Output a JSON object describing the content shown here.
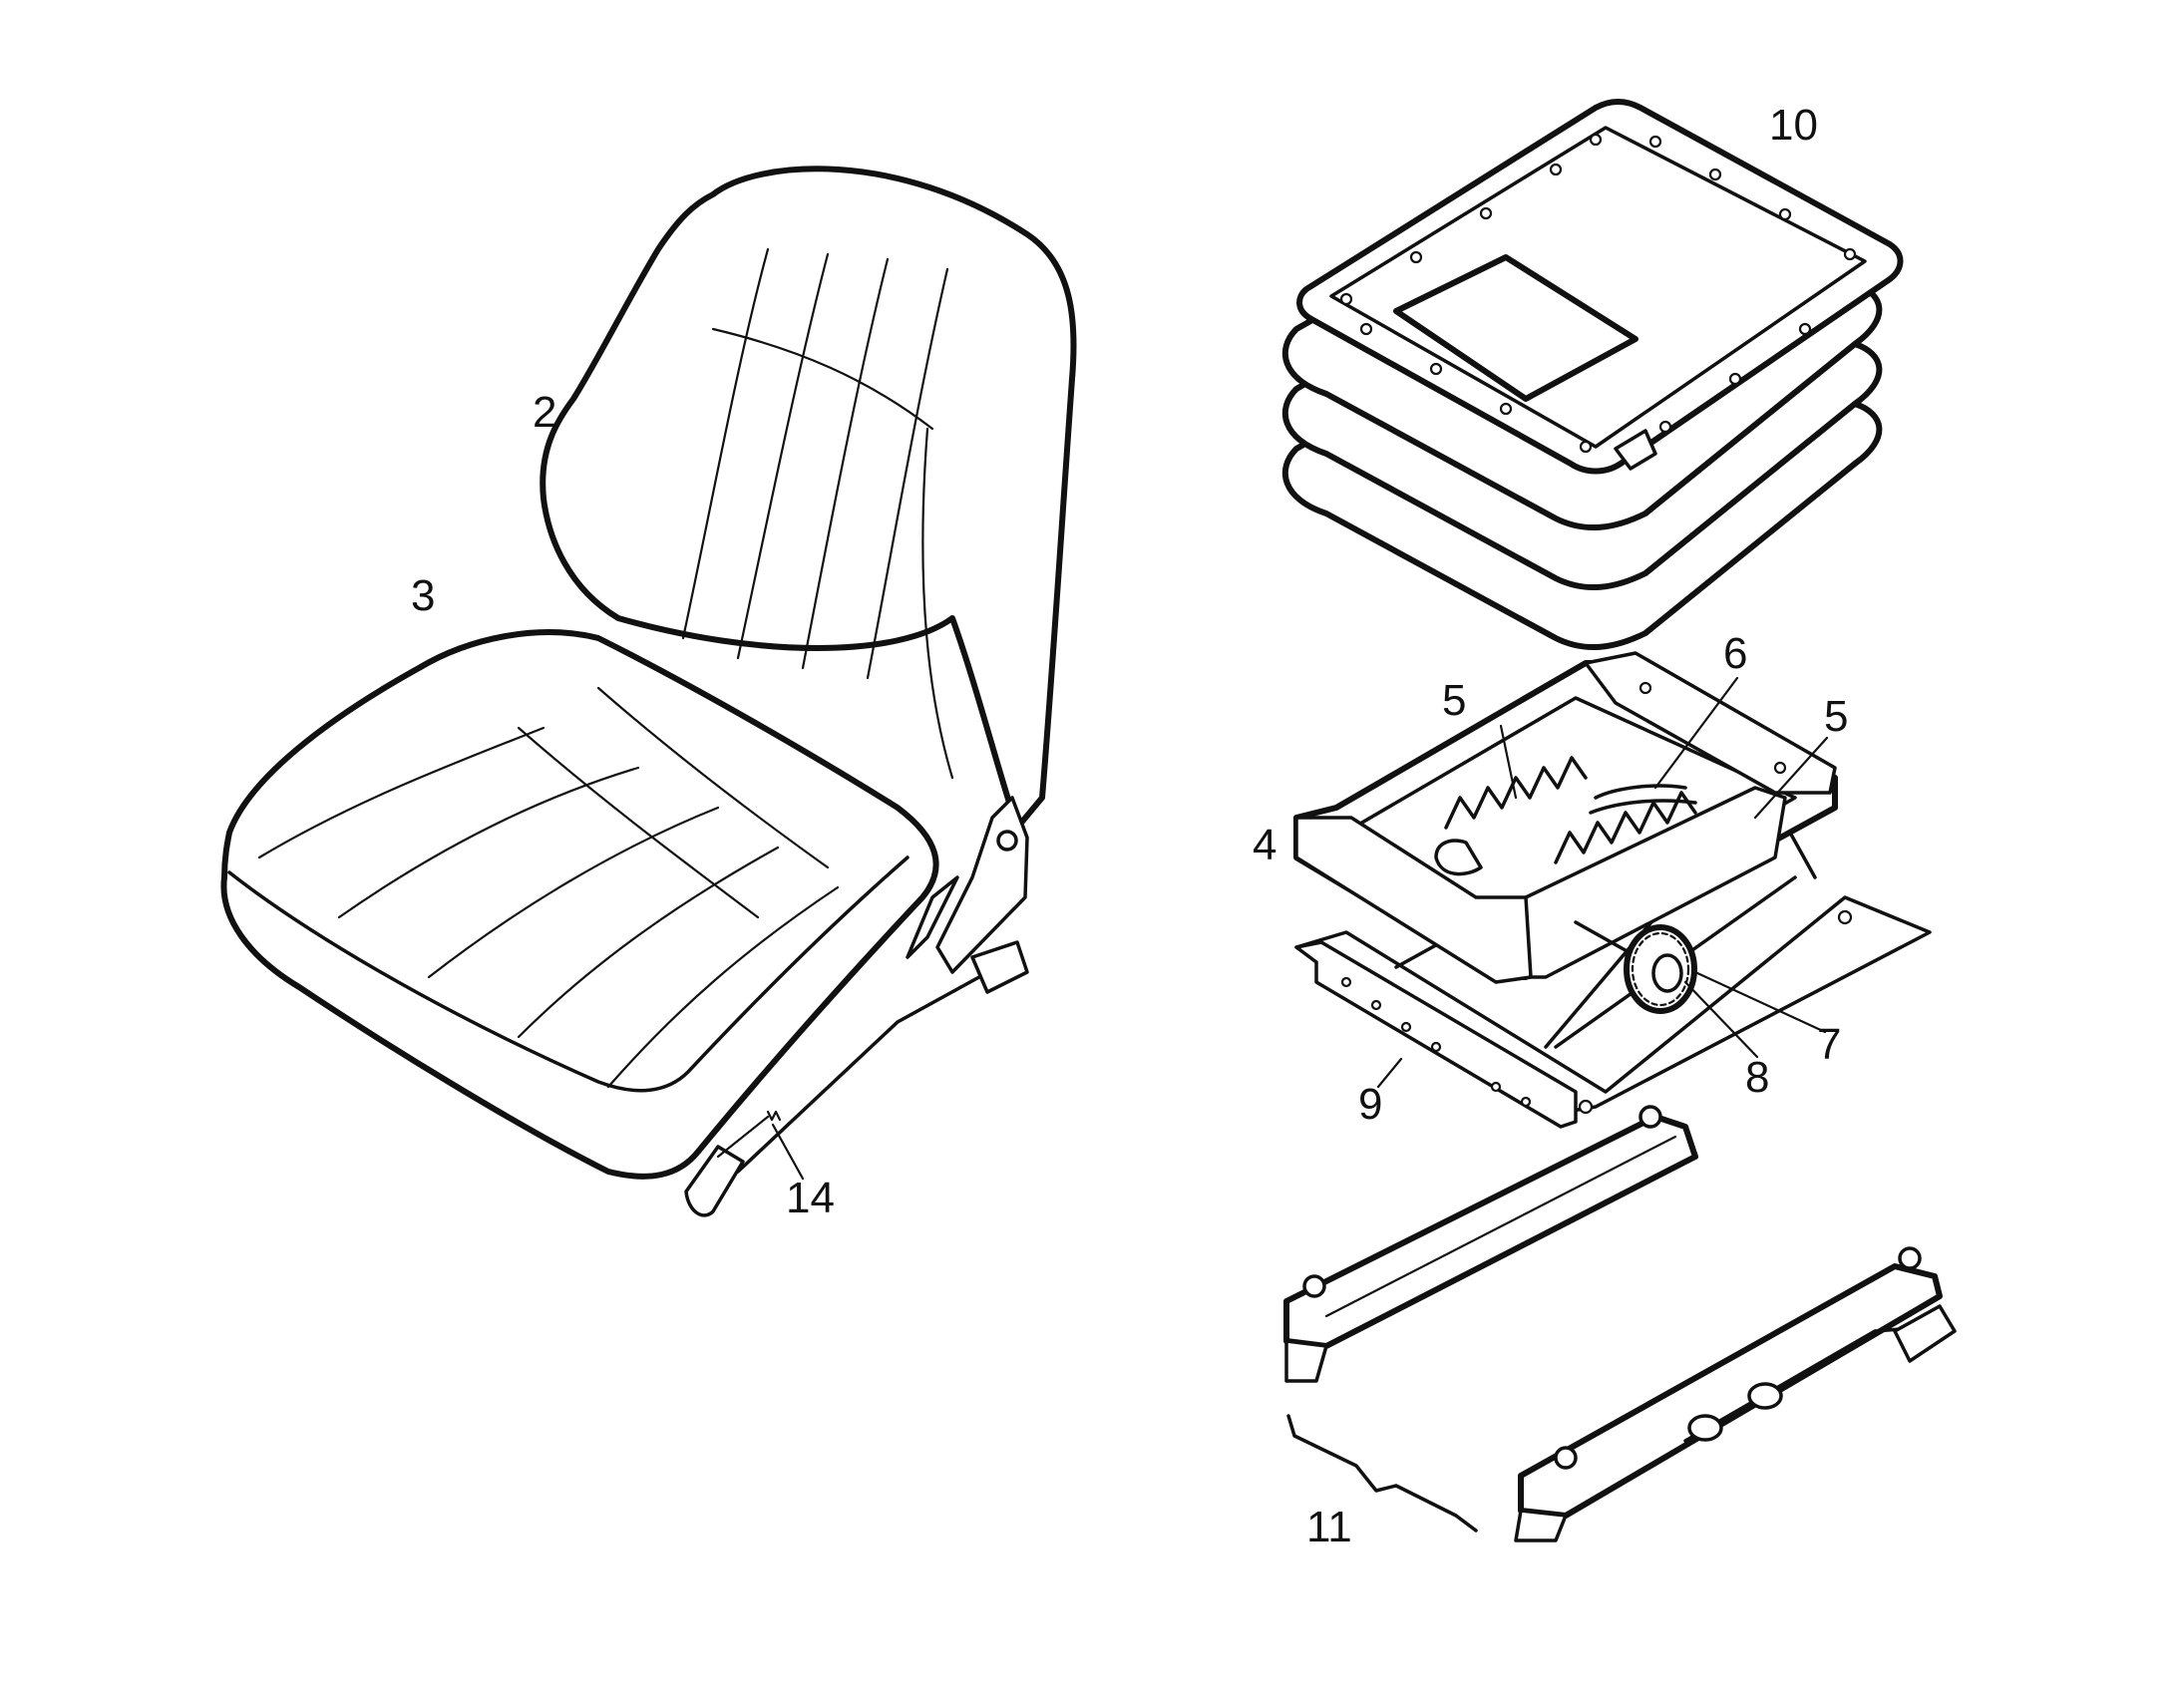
{
  "labels": {
    "seat_back": "2",
    "seat_cushion": "3",
    "suspension_frame": "4",
    "spring_left": "5",
    "spring_right": "5",
    "spring_center": "6",
    "adjust_knob": "7",
    "knob_center": "8",
    "rail_bracket": "9",
    "bellows_cover": "10",
    "slide_rails": "11",
    "lever": "14"
  },
  "colors": {
    "ink": "#111111",
    "background": "#ffffff"
  }
}
